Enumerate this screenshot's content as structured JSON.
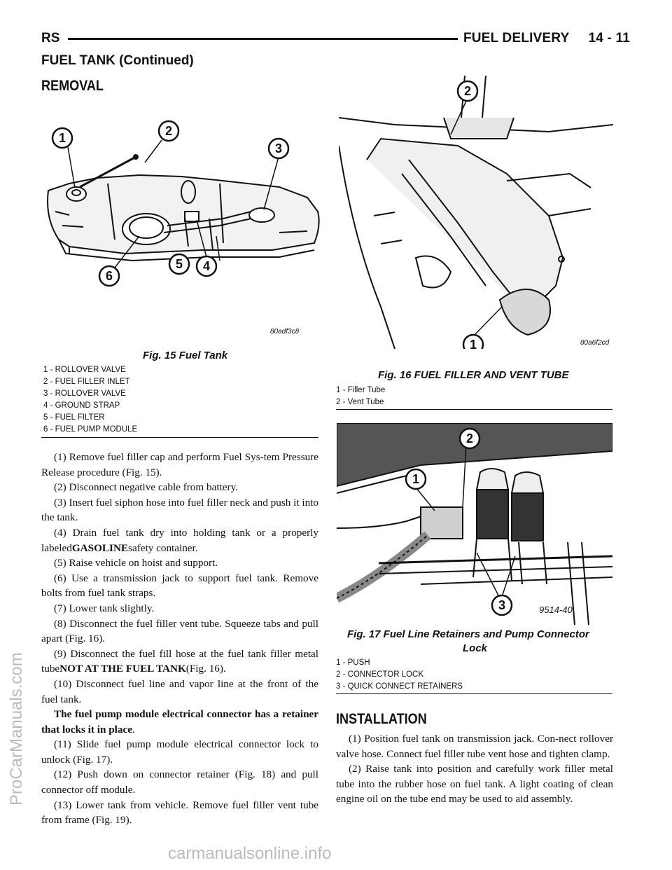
{
  "header": {
    "left": "RS",
    "right": "FUEL DELIVERY     14 - 11",
    "continued": "FUEL TANK (Continued)"
  },
  "removal": {
    "title": "REMOVAL",
    "steps": [
      "(1) Remove fuel filler cap and perform Fuel Sys-tem Pressure Release procedure (Fig. 15).",
      "(2) Disconnect negative cable from battery.",
      "(3) Insert fuel siphon hose into fuel filler neck and push it into the tank.",
      "(4) Drain fuel tank dry into holding tank or a properly labeled",
      "(5) Raise vehicle on hoist and support.",
      "(6) Use a transmission jack to support fuel tank. Remove bolts from fuel tank straps.",
      "(7) Lower tank slightly.",
      "(8) Disconnect the fuel filler vent tube. Squeeze tabs and pull apart (Fig. 16).",
      "(9) Disconnect the fuel fill hose at the fuel tank filler metal tube",
      "(10) Disconnect fuel line and vapor line at the front of the fuel tank.",
      "The fuel pump module electrical connector has a retainer that locks it in place",
      "(11) Slide fuel pump module electrical connector lock to unlock (Fig. 17).",
      "(12) Push down on connector retainer (Fig. 18) and pull connector off module.",
      "(13) Lower tank from vehicle. Remove fuel filler vent tube from frame (Fig. 19)."
    ],
    "step4_bold": "GASOLINE",
    "step4_tail": "safety container.",
    "step9_bold": "NOT AT THE FUEL TANK",
    "step9_tail": "(Fig. 16).",
    "note_tail": "."
  },
  "installation": {
    "title": "INSTALLATION",
    "steps": [
      "(1) Position fuel tank on transmission jack. Con-nect rollover valve hose. Connect fuel filler tube vent hose and tighten clamp.",
      "(2) Raise tank into position and carefully work filler metal tube into the rubber hose on fuel tank. A light coating of clean engine oil on the tube end may be used to aid assembly."
    ]
  },
  "fig15": {
    "caption": "Fig. 15 Fuel Tank",
    "code": "80adf3c8",
    "callouts": [
      "1",
      "2",
      "3",
      "4",
      "5",
      "6"
    ],
    "legend": [
      "1 - ROLLOVER VALVE",
      "2 - FUEL FILLER INLET",
      "3 - ROLLOVER VALVE",
      "4 - GROUND STRAP",
      "5 - FUEL FILTER",
      "6 - FUEL PUMP MODULE"
    ]
  },
  "fig16": {
    "caption": "Fig. 16 FUEL FILLER AND VENT TUBE",
    "code": "80a6f2cd",
    "callouts": [
      "1",
      "2"
    ],
    "legend": [
      "1 - Filler Tube",
      "2 - Vent Tube"
    ]
  },
  "fig17": {
    "caption": "Fig. 17 Fuel Line Retainers and Pump Connector",
    "caption2": "Lock",
    "code": "9514-40",
    "callouts": [
      "1",
      "2",
      "3"
    ],
    "legend": [
      "1 - PUSH",
      "2 - CONNECTOR LOCK",
      "3 - QUICK CONNECT RETAINERS"
    ]
  },
  "watermarks": {
    "side": "ProCarManuals.com",
    "footer": "carmanualsonline.info"
  }
}
